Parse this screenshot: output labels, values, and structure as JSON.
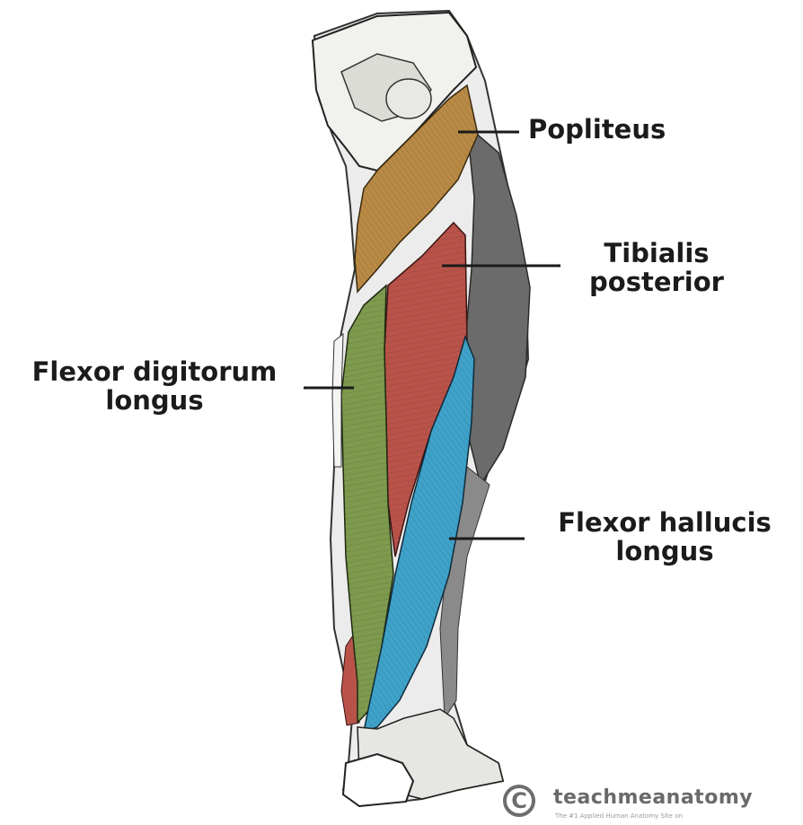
{
  "labels": {
    "popliteus": "Popliteus",
    "tibialis_posterior": [
      "Tibialis",
      "posterior"
    ],
    "flexor_digitorum_longus": [
      "Flexor digitorum",
      "longus"
    ],
    "flexor_hallucis_longus": [
      "Flexor hallucis",
      "longus"
    ]
  },
  "watermark": {
    "symbol": "C",
    "brand": "teachmeanatomy",
    "tagline": "The #1 Applied Human Anatomy Site on"
  },
  "colors": {
    "popliteus": "#b98a45",
    "tibialis_posterior": "#b9534a",
    "flexor_digitorum_longus": "#7e9a4e",
    "flexor_hallucis_longus": "#3fa2c9",
    "bone": "#eeeeea",
    "shading": "#5a5a5a",
    "leader_line": "#1b1b1b"
  }
}
